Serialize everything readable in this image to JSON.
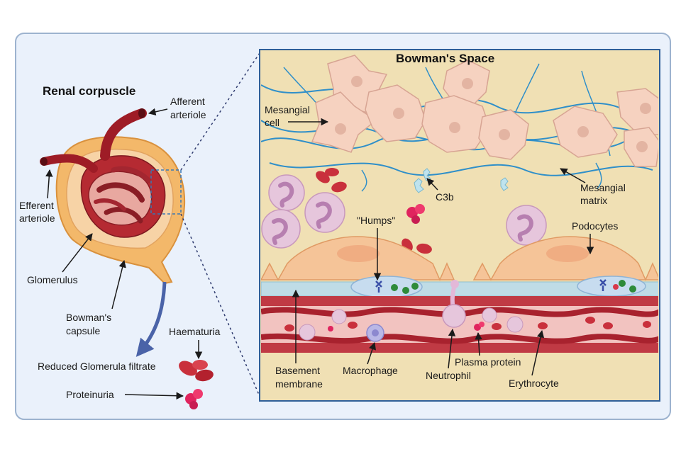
{
  "left": {
    "title": "Renal corpuscle",
    "afferent_line1": "Afferent",
    "afferent_line2": "arteriole",
    "efferent_line1": "Efferent",
    "efferent_line2": "arteriole",
    "glomerulus": "Glomerulus",
    "bowman_line1": "Bowman's",
    "bowman_line2": "capsule",
    "haematuria": "Haematuria",
    "reduced_filtrate": "Reduced Glomerula filtrate",
    "proteinuria": "Proteinuria"
  },
  "right": {
    "title": "Bowman's Space",
    "mesangial_cell_line1": "Mesangial",
    "mesangial_cell_line2": "cell",
    "c3b": "C3b",
    "mesangial_matrix_line1": "Mesangial",
    "mesangial_matrix_line2": "matrix",
    "humps": "\"Humps\"",
    "podocytes": "Podocytes",
    "basement_line1": "Basement",
    "basement_line2": "membrane",
    "macrophage": "Macrophage",
    "neutrophil": "Neutrophil",
    "plasma_protein": "Plasma protein",
    "erythrocyte": "Erythrocyte"
  },
  "colors": {
    "frame_bg": "#eaf1fb",
    "frame_border": "#9db3cf",
    "inset_bg": "#f0e0b4",
    "vessel_red": "#b3212e",
    "capsule_orange": "#f3b86a",
    "mesangial_cell": "#f6d2c0",
    "matrix_blue": "#2f8fc9",
    "arrow_blue": "#4a63a8"
  }
}
